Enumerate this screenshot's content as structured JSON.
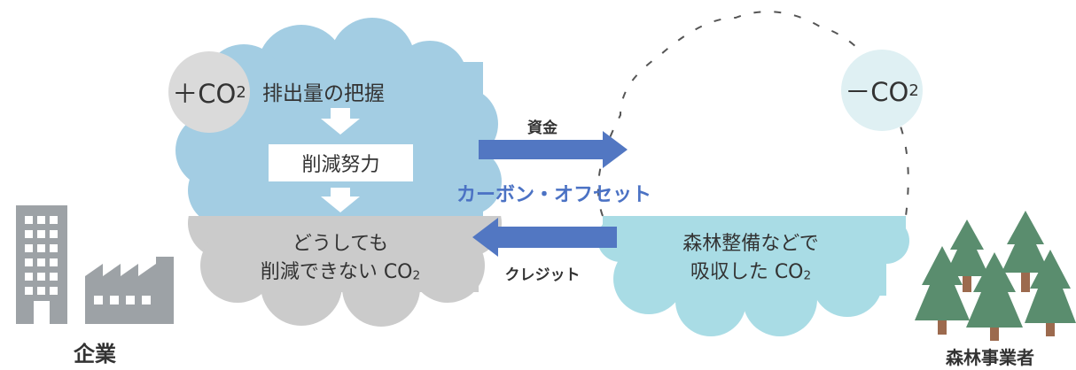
{
  "plus_co2": "＋CO",
  "minus_co2": "－CO",
  "co2_subscript": "2",
  "left_cloud": {
    "title": "排出量の把握",
    "effort_box": "削減努力",
    "line1": "どうしても",
    "line2": "削減できない CO"
  },
  "right_cloud": {
    "line1": "森林整備などで",
    "line2": "吸収した CO"
  },
  "arrow_top_label": "資金",
  "center_label": "カーボン・オフセット",
  "arrow_bottom_label": "クレジット",
  "company_label": "企業",
  "forestry_label": "森林事業者",
  "colors": {
    "cloud_blue": "#a3cde3",
    "cloud_gray": "#cbcbcb",
    "cloud_light_cyan": "#a9dce5",
    "plus_circle": "#dadada",
    "minus_circle": "#dff0f3",
    "arrow_blue": "#5277c2",
    "down_arrow": "#ffffff",
    "dashed_outline": "#555555",
    "building_gray": "#9da2a6",
    "tree_green": "#5a8d6e",
    "trunk_brown": "#9c6a4e",
    "offset_text": "#4b72c4"
  }
}
